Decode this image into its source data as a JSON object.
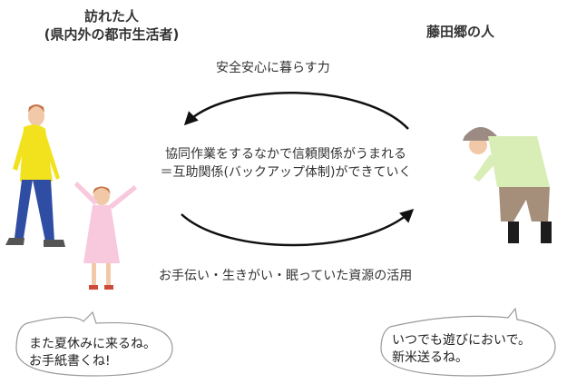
{
  "visitor": {
    "title_line1": "訪れた人",
    "title_line2": "(県内外の都市生活者)"
  },
  "local": {
    "title": "藤田郷の人"
  },
  "arrows": {
    "top_label": "安全安心に暮らす力",
    "bottom_label": "お手伝い・生きがい・眠っていた資源の活用"
  },
  "center": {
    "line1": "協同作業をするなかで信頼関係がうまれる",
    "line2": "＝互助関係(バックアップ体制)ができていく"
  },
  "bubbles": {
    "left_line1": "また夏休みに来るね。",
    "left_line2": "お手紙書くね!",
    "right_line1": "いつでも遊びにおいで。",
    "right_line2": "新米送るね。"
  },
  "colors": {
    "man_shirt": "#f2e21e",
    "man_pants": "#2f4ea3",
    "girl_dress": "#f8c8dc",
    "farmer_shirt": "#d9edb6",
    "farmer_pants": "#a58f7a",
    "farmer_hat": "#9b8b83",
    "skin": "#f1c9a8",
    "hair": "#c6744a"
  }
}
